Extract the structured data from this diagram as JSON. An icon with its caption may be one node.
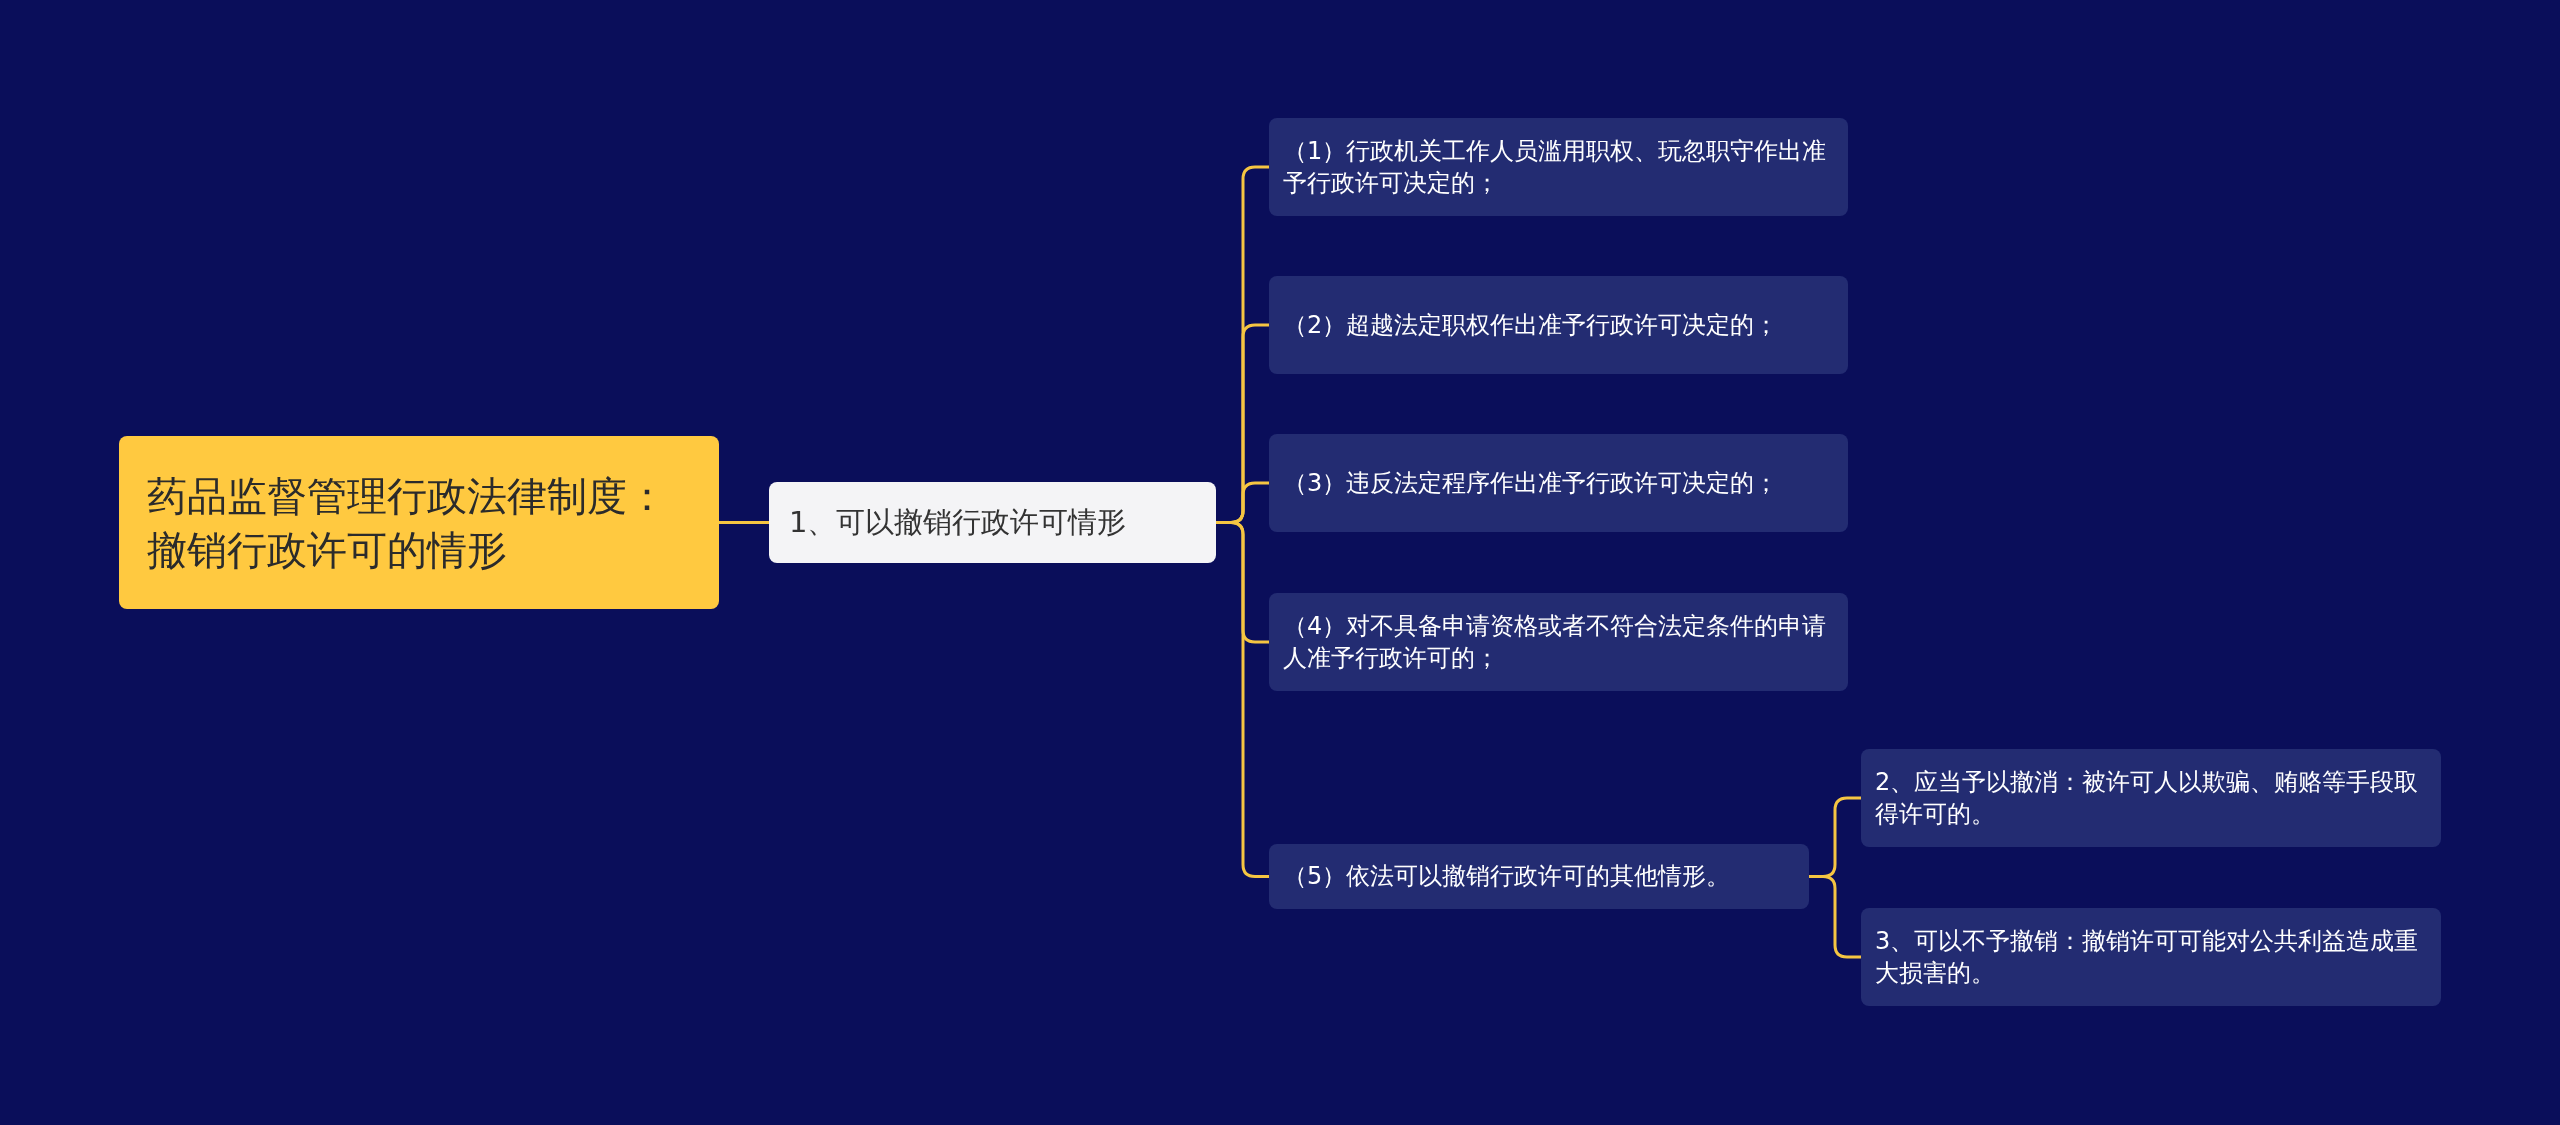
{
  "diagram": {
    "nodes": [
      {
        "text": [
          "药品监督管理行政法律制度：撤销行政许可的情形"
        ]
      },
      {
        "text": [
          "1、可以撤销行政许可情形"
        ]
      },
      {
        "text": [
          "（1）行政机关工作人员滥用职权、玩忽职守作出准予行政许可决定的；"
        ]
      },
      {
        "text": [
          "（2）超越法定职权作出准予行政许可决定的；"
        ]
      },
      {
        "text": [
          "（3）违反法定程序作出准予行政许可决定的；"
        ]
      },
      {
        "text": [
          "（4）对不具备申请资格或者不符合法定条件的申请人准予行政许可的；"
        ]
      },
      {
        "text": [
          "（5）依法可以撤销行政许可的其他情形。"
        ]
      },
      {
        "text": [
          "2、应当予以撤消：被许可人以欺骗、贿赂等手段取得许可的。"
        ]
      },
      {
        "text": [
          "3、可以不予撤销：撤销许可可能对公共利益造成重大损害的。"
        ]
      }
    ],
    "edges": [
      {
        "from": 0,
        "to": 1,
        "arrow": "none"
      },
      {
        "from": 1,
        "to": 2,
        "arrow": "none"
      },
      {
        "from": 1,
        "to": 3,
        "arrow": "none"
      },
      {
        "from": 1,
        "to": 4,
        "arrow": "none"
      },
      {
        "from": 1,
        "to": 5,
        "arrow": "none"
      },
      {
        "from": 1,
        "to": 6,
        "arrow": "none"
      },
      {
        "from": 6,
        "to": 7,
        "arrow": "none"
      },
      {
        "from": 6,
        "to": 8,
        "arrow": "none"
      }
    ]
  }
}
